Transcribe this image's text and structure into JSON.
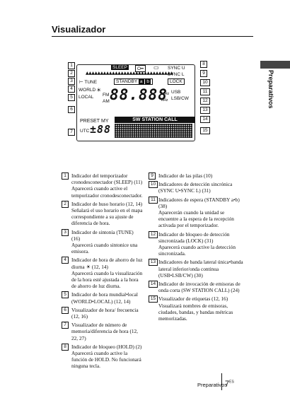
{
  "title": "Visualizador",
  "side_tab": "Preparativos",
  "lcd": {
    "sleep": "SLEEP",
    "sync_u": "SYNC U",
    "sync_l": "SYNC L",
    "tune": "TUNE",
    "standby": "STANDBY",
    "standby_a": "a",
    "standby_b": "b",
    "lock": "LOCK",
    "world": "WORLD",
    "local": "LOCAL",
    "fm": "FM",
    "am": "AM",
    "digits": "88.888",
    "mhz": "MHz",
    "khz": "kHz",
    "usb": "USB",
    "lsb_cw": "LSB/CW",
    "station_call": "SW STATION CALL",
    "preset": "PRESET",
    "my": "MY",
    "utc": "UTC",
    "utc_digits": "±88"
  },
  "callouts": [
    "1",
    "2",
    "3",
    "4",
    "5",
    "6",
    "7",
    "8",
    "9",
    "10",
    "11",
    "12",
    "13",
    "14",
    "15"
  ],
  "items_left": [
    {
      "num": "1",
      "desc": "Indicador del temporizador cronodesconectador (SLEEP) (11)",
      "extra": "Aparecerá cuando active el temporizador cronodesconectador."
    },
    {
      "num": "2",
      "desc": "Indicador de huso horario (12, 14)",
      "extra": "Señalará el uso horario en el mapa correspondiente a su ajuste de diferencia de hora."
    },
    {
      "num": "3",
      "desc": "Indicador de sintonía (TUNE) (16)",
      "extra": "Aparecerá cuando sintonice una emisora."
    },
    {
      "num": "4",
      "desc": "Indicador de hora de ahorro de luz diurna ☀ (12, 14)",
      "extra": "Aparecerá cuando la visualización de la hora esté ajustada a la hora de ahorro de luz diurna."
    },
    {
      "num": "5",
      "desc": "Indicador de hora mundial•local (WORLD•LOCAL) (12, 14)",
      "extra": ""
    },
    {
      "num": "6",
      "desc": "Visualizador de hora/ frecuencia (12, 16)",
      "extra": ""
    },
    {
      "num": "7",
      "desc": "Visualizador de número de memoria/diferencia de hora (12, 22, 27)",
      "extra": ""
    },
    {
      "num": "8",
      "desc": "Indicador de bloqueo (HOLD) (2)",
      "extra": "Aparecerá cuando active la función de HOLD. No funcionará ninguna tecla."
    }
  ],
  "items_right": [
    {
      "num": "9",
      "desc": "Indicador de las pilas (10)",
      "extra": ""
    },
    {
      "num": "10",
      "desc": "Indicadores de detección sincrónica (SYNC U•SYNC L) (31)",
      "extra": ""
    },
    {
      "num": "11",
      "desc": "Indicadores de espera (STANDBY a•b) (38)",
      "extra": "Aparecerán cuando la unidad se encuentre a la espera de la recepción activada por el temporizador."
    },
    {
      "num": "12",
      "desc": "Indicador de bloqueo de detección sincronizada (LOCK) (31)",
      "extra": "Aparecerá cuando active la detección sincronizada."
    },
    {
      "num": "13",
      "desc": "Indicadores de banda lateral única•banda lateral inferior/onda continua (USB•LSB/CW) (30)",
      "extra": ""
    },
    {
      "num": "14",
      "desc": "Indicador de invocación de emisoras de onda corta (SW STATION CALL) (24)",
      "extra": ""
    },
    {
      "num": "15",
      "desc": "Visualizador de etiquetas (12, 16)",
      "extra": "Visualizará nombres de emisoras, ciudades, bandas, y bandas métricas memorizadas."
    }
  ],
  "footer": {
    "label": "Preparativos",
    "page": "7",
    "page_sup": "ES"
  }
}
